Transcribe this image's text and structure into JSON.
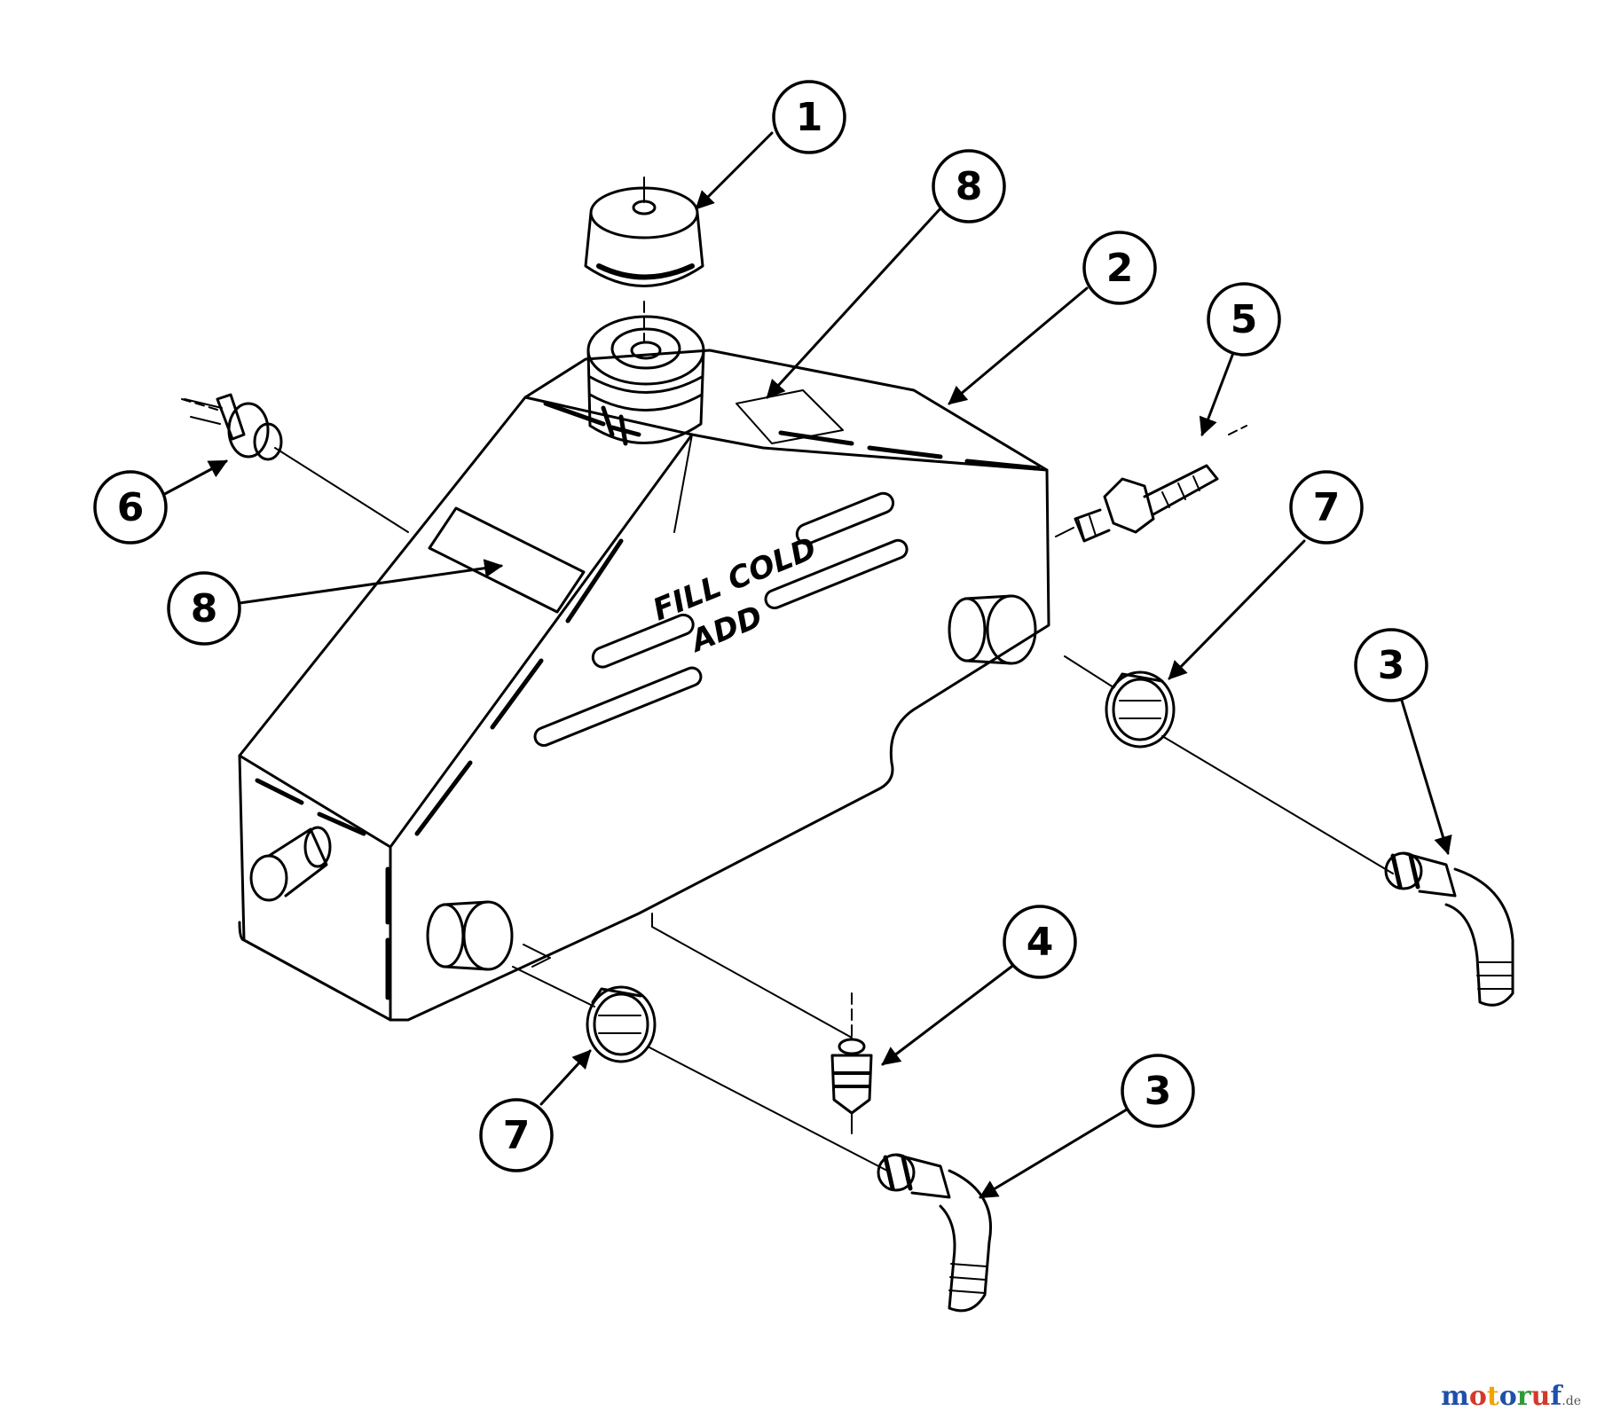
{
  "colors": {
    "ink": "#000000",
    "paper": "#ffffff",
    "watermark_letters": [
      "#1f4fa8",
      "#d23a2a",
      "#f0a400",
      "#1f4fa8",
      "#2f9a3a",
      "#d23a2a",
      "#1f4fa8"
    ]
  },
  "tank_labels": {
    "line1": "FILL COLD",
    "line2": "ADD"
  },
  "callouts": [
    {
      "id": "c1",
      "label": "1"
    },
    {
      "id": "c8a",
      "label": "8"
    },
    {
      "id": "c2",
      "label": "2"
    },
    {
      "id": "c5",
      "label": "5"
    },
    {
      "id": "c6",
      "label": "6"
    },
    {
      "id": "c8b",
      "label": "8"
    },
    {
      "id": "c7a",
      "label": "7"
    },
    {
      "id": "c3a",
      "label": "3"
    },
    {
      "id": "c4",
      "label": "4"
    },
    {
      "id": "c3b",
      "label": "3"
    },
    {
      "id": "c7b",
      "label": "7"
    }
  ],
  "watermark": {
    "letters": [
      "m",
      "o",
      "t",
      "o",
      "r",
      "u",
      "f"
    ],
    "domain": ".de"
  }
}
